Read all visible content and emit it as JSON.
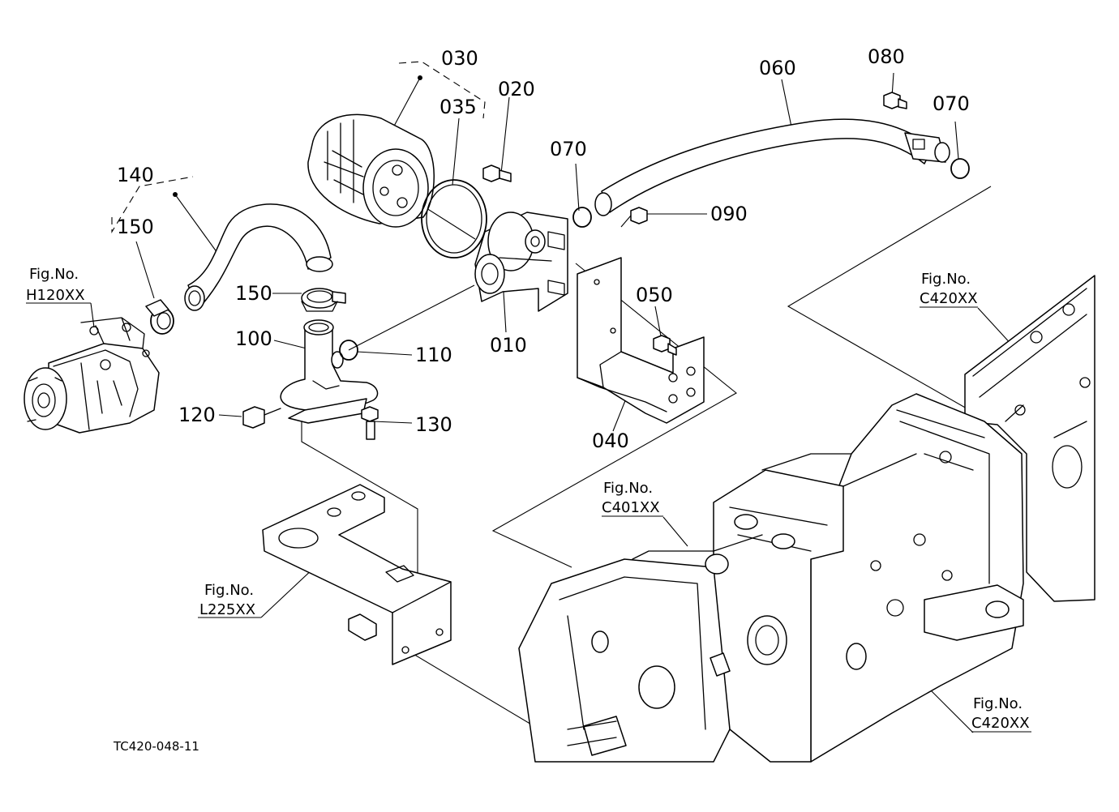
{
  "diagram_id": "TC420-048-11",
  "callouts": {
    "p010": "010",
    "p020": "020",
    "p030": "030",
    "p035": "035",
    "p040": "040",
    "p050": "050",
    "p060": "060",
    "p070a": "070",
    "p070b": "070",
    "p080": "080",
    "p090": "090",
    "p100": "100",
    "p110": "110",
    "p120": "120",
    "p130": "130",
    "p140": "140",
    "p150a": "150",
    "p150b": "150"
  },
  "figure_refs": {
    "prefix": "Fig.No.",
    "h120": "H120XX",
    "c420_top": "C420XX",
    "c401": "C401XX",
    "l225": "L225XX",
    "c420_bottom": "C420XX"
  }
}
